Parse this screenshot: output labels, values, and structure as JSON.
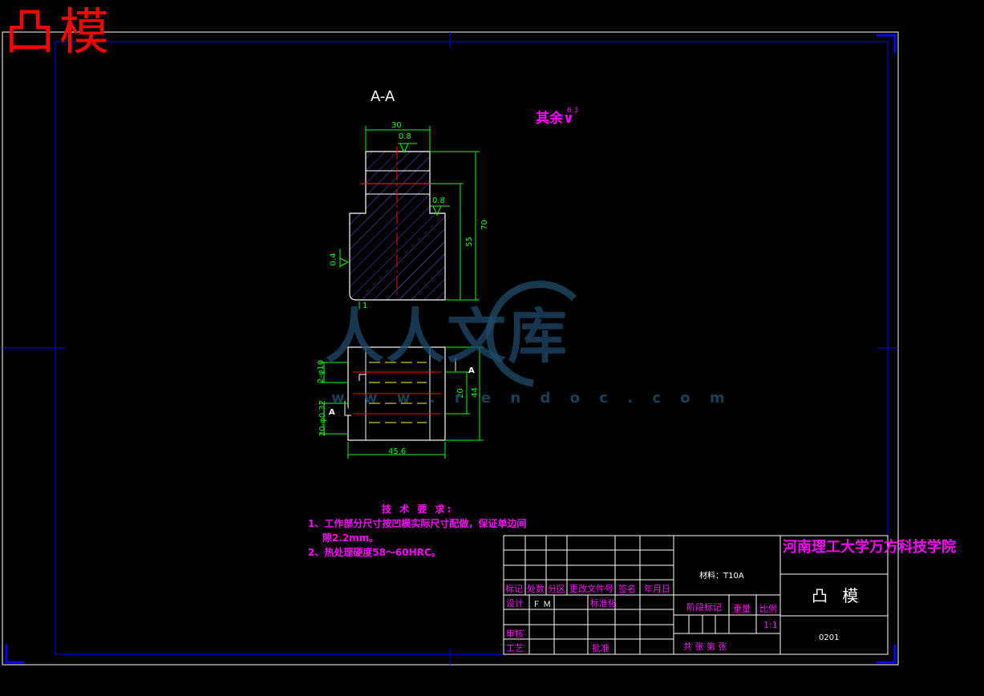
{
  "drawing": {
    "title": "凸模",
    "section_label": "A-A",
    "roughness_note": "其余",
    "roughness_note_value": "6.3",
    "view_marker": "A"
  },
  "dimensions": {
    "top_width": "30",
    "total_height": "70",
    "body_height": "55",
    "small_step": "1",
    "roughness_top": "0.8",
    "roughness_step": "0.8",
    "roughness_side": "0.4",
    "holes_upper": "2-φ10",
    "holes_lower": "20-φ0.32",
    "spacing_20": "20",
    "height_44": "44",
    "width_bottom": "45.6"
  },
  "tech_requirements": {
    "heading": "技 术 要 求:",
    "items": [
      "1、工作部分尺寸按凹模实际尺寸配做，保证单边间",
      "隙2.2mm。",
      "2、热处理硬度58～60HRC。"
    ]
  },
  "title_block": {
    "school": "河南理工大学万方科技学院",
    "part_name": "凸 模",
    "drawing_no": "0201",
    "material": "材料：T10A",
    "stage_mark": "阶段标记",
    "weight": "重量",
    "scale_label": "比例",
    "scale_value": "1:1",
    "sheets": "共   张 第   张",
    "headers": [
      "标记",
      "处数",
      "分区",
      "更改文件号",
      "签名",
      "年月日"
    ],
    "design": "设计",
    "designer": "Ｆ Ｍ",
    "standardization": "标准化",
    "review": "审核",
    "process": "工艺",
    "approve": "批准"
  },
  "watermark": {
    "text": "人人文库",
    "url": "w w w . r e n d o c . c o m"
  },
  "colors": {
    "background": "#000000",
    "frame": "#0000ff",
    "outline": "#ffffff",
    "dimension": "#00ff00",
    "centerline": "#ff0000",
    "text": "#ff00ff",
    "hidden_line": "#ffff00"
  }
}
